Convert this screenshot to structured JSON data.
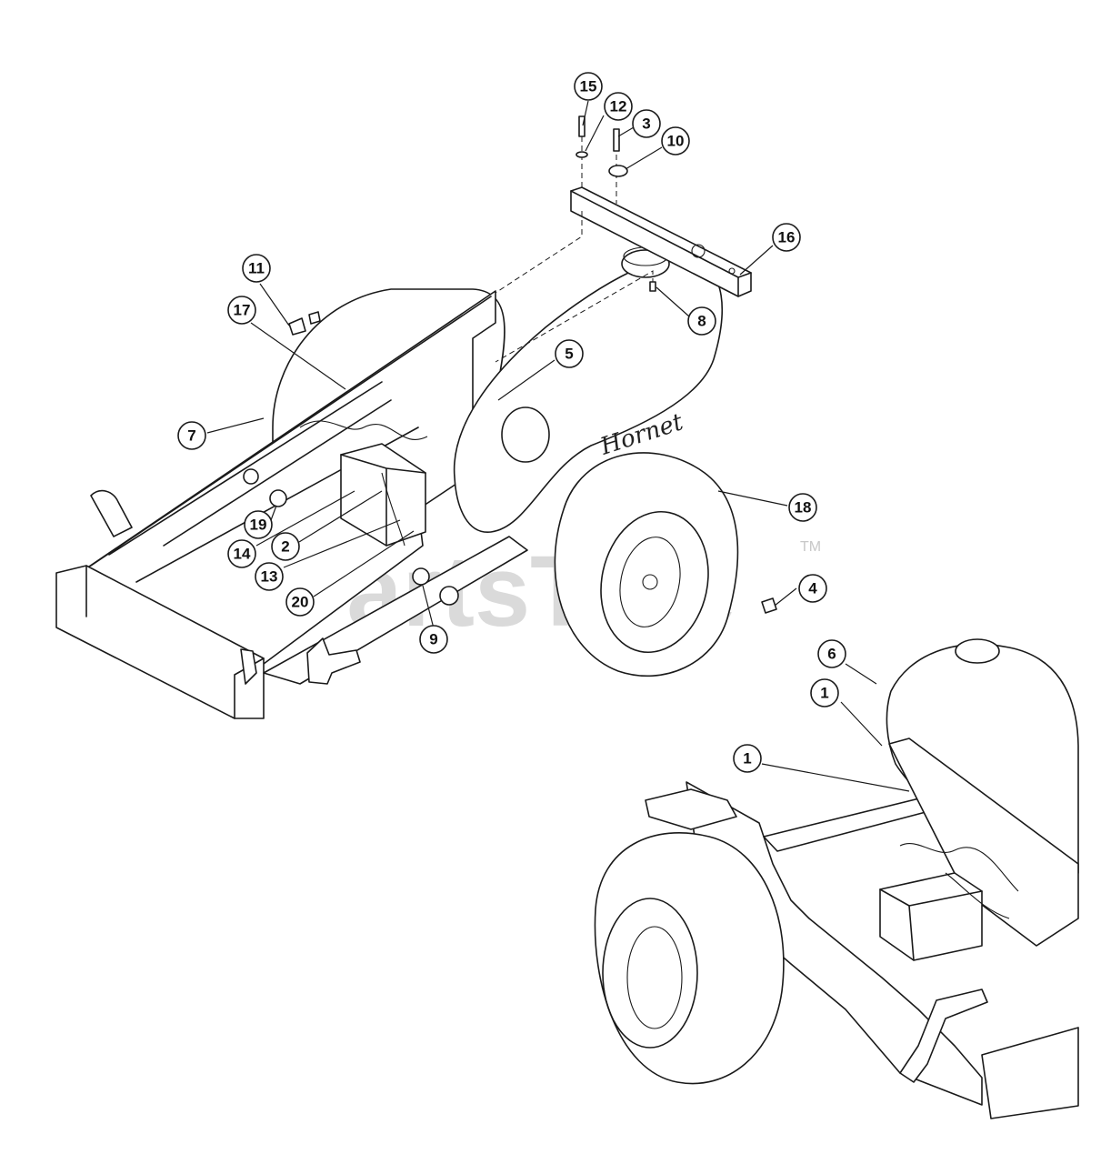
{
  "watermark": {
    "text": "PartsTree",
    "trademark": "TM"
  },
  "brand_script": "Hornet",
  "callouts": [
    {
      "label": "15"
    },
    {
      "label": "12"
    },
    {
      "label": "3"
    },
    {
      "label": "10"
    },
    {
      "label": "16"
    },
    {
      "label": "11"
    },
    {
      "label": "17"
    },
    {
      "label": "8"
    },
    {
      "label": "5"
    },
    {
      "label": "7"
    },
    {
      "label": "18"
    },
    {
      "label": "19"
    },
    {
      "label": "14"
    },
    {
      "label": "2"
    },
    {
      "label": "13"
    },
    {
      "label": "20"
    },
    {
      "label": "9"
    },
    {
      "label": "4"
    },
    {
      "label": "6"
    },
    {
      "label": "1"
    },
    {
      "label": "1"
    }
  ]
}
